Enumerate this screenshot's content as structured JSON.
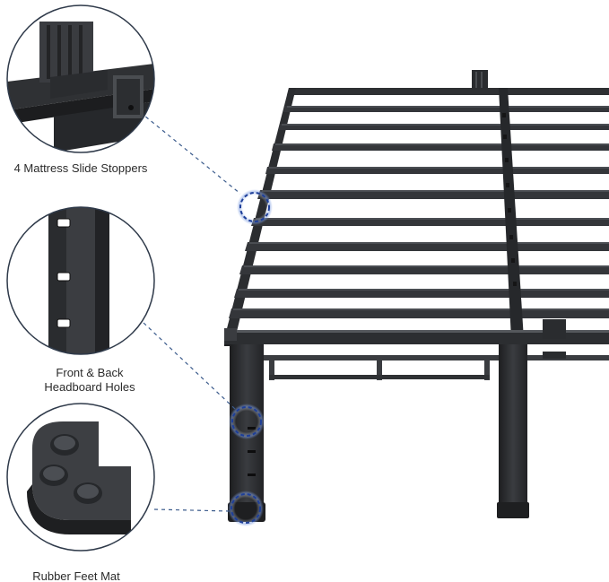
{
  "callouts": {
    "stoppers": {
      "label": "4 Mattress Slide Stoppers"
    },
    "holes": {
      "label_line1": "Front & Back",
      "label_line2": "Headboard Holes"
    },
    "feet": {
      "label": "Rubber Feet Mat"
    }
  },
  "colors": {
    "frame": "#2e3033",
    "frame_light": "#55585c",
    "frame_dark": "#1c1d1f",
    "circle_border": "#2f3a4a",
    "dash_line": "#3b5b8c",
    "highlight_glow": "#6f8fd8",
    "highlight_core": "#1e3f99"
  },
  "icons": [
    "slide-stopper-detail",
    "headboard-holes-detail",
    "rubber-foot-detail"
  ]
}
